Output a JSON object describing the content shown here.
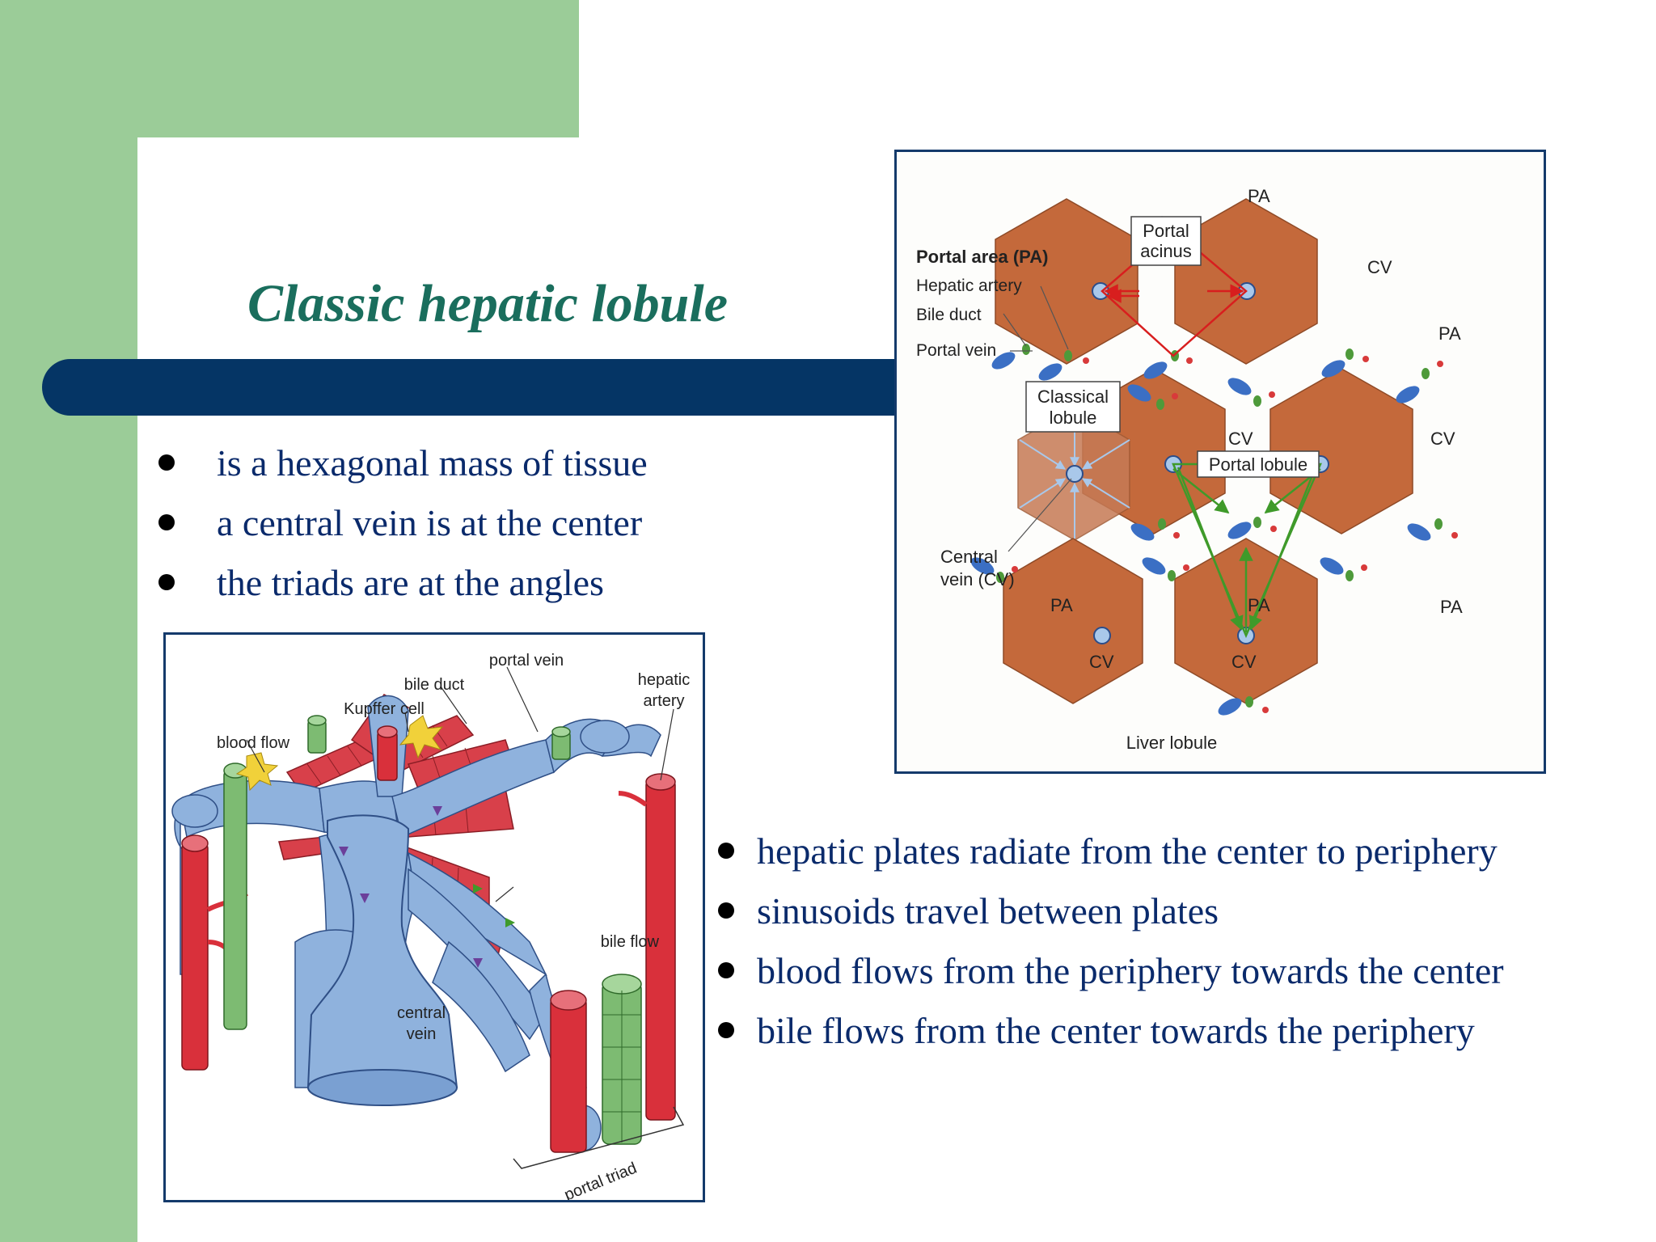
{
  "slide": {
    "title": "Classic hepatic lobule",
    "bullets_top": [
      "is a hexagonal mass of tissue",
      "a central vein is at the center",
      "the triads are at the angles"
    ],
    "bullets_bottom": [
      "hepatic plates radiate from the center to periphery",
      "sinusoids travel between plates",
      "blood flows from the periphery towards the center",
      "bile flows from the center towards the periphery"
    ]
  },
  "figure_lobule_diagram": {
    "portal_area_label": "Portal area (PA)",
    "hepatic_artery": "Hepatic artery",
    "bile_duct": "Bile duct",
    "portal_vein": "Portal vein",
    "portal_acinus": [
      "Portal",
      "acinus"
    ],
    "classical_lobule": [
      "Classical",
      "lobule"
    ],
    "portal_lobule": "Portal lobule",
    "central_vein": [
      "Central",
      "vein (CV)"
    ],
    "pa": "PA",
    "cv": "CV",
    "liver_lobule": "Liver lobule"
  },
  "figure_3d": {
    "portal_vein": "portal vein",
    "bile_duct": "bile duct",
    "kupffer_cell": "Kupffer cell",
    "hepatic_artery": [
      "hepatic",
      "artery"
    ],
    "blood_flow": "blood flow",
    "bile_flow": "bile flow",
    "central_vein": [
      "central",
      "vein"
    ],
    "portal_triad": "portal triad"
  },
  "colors": {
    "sidebar_green": "#9bcc98",
    "title_bar_navy": "#053565",
    "title_teal": "#1a6e5d",
    "body_text_navy": "#0a2a6b",
    "hexagon_brown": "#c4693b",
    "red_arrow": "#d81e1e",
    "green_arrow": "#3f9a2a",
    "vessel_blue": "#8fb2dd",
    "artery_red": "#d9303b",
    "duct_green": "#7dbb72"
  }
}
